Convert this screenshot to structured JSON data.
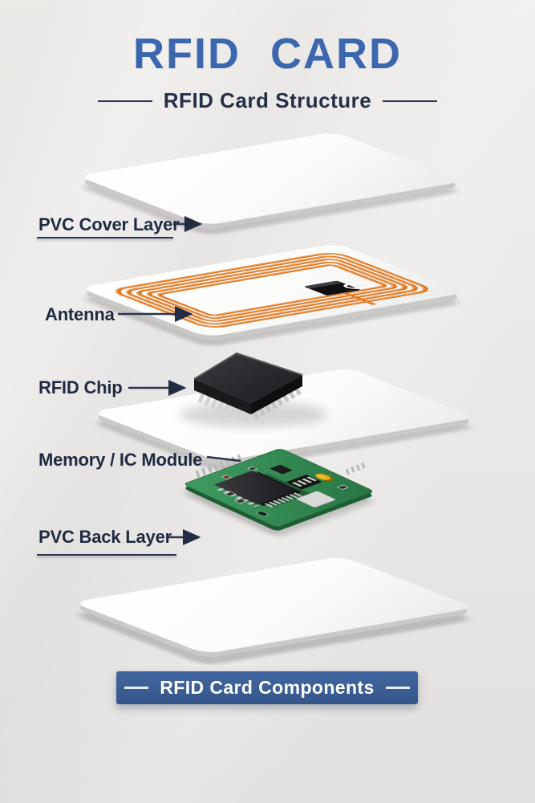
{
  "header": {
    "title": "RFID CARD",
    "subtitle": "RFID Card Structure"
  },
  "labels": [
    {
      "text": "PVC Cover Layer"
    },
    {
      "text": "Antenna"
    },
    {
      "text": "RFID Chip"
    },
    {
      "text": "Memory / IC Module"
    },
    {
      "text": "PVC Back Layer"
    }
  ],
  "footer": {
    "banner": "RFID Card Components"
  },
  "colors": {
    "title_blue": "#3c67ae",
    "subtitle_navy": "#242e46",
    "label_navy": "#1f2a42",
    "line_navy": "#2a3450",
    "banner_blue_top": "#4166a0",
    "banner_blue_bottom": "#35568b",
    "banner_text": "#ffffff",
    "antenna_orange": "#dd741f",
    "antenna_orange_light": "#f4a058",
    "pcb_green": "#37935a",
    "card_edge": "#c9c9c7",
    "background": "#e9e8e6"
  }
}
